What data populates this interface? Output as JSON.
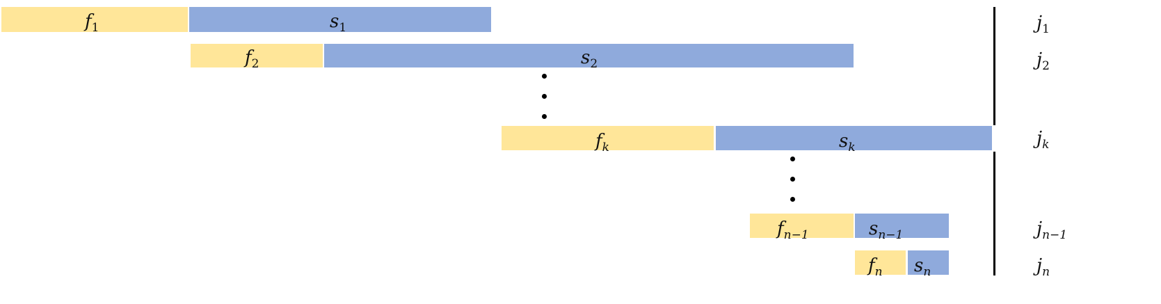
{
  "jobs": [
    {
      "label": "j",
      "sub": "1"
    },
    {
      "label": "j",
      "sub": "2"
    },
    {
      "label": "j",
      "sub": "k",
      "sub_italic": true
    },
    {
      "label": "j",
      "sub": "n−1",
      "sub_italic": true
    },
    {
      "label": "j",
      "sub": "n",
      "sub_italic": true
    }
  ],
  "bars": [
    {
      "f": {
        "label": "f",
        "sub": "1"
      },
      "s": {
        "label": "s",
        "sub": "1"
      }
    },
    {
      "f": {
        "label": "f",
        "sub": "2"
      },
      "s": {
        "label": "s",
        "sub": "2"
      }
    },
    {
      "f": {
        "label": "f",
        "sub": "k"
      },
      "s": {
        "label": "s",
        "sub": "k"
      }
    },
    {
      "f": {
        "label": "f",
        "sub": "n−1"
      },
      "s": {
        "label": "s",
        "sub": "n−1"
      }
    },
    {
      "f": {
        "label": "f",
        "sub": "n"
      },
      "s": {
        "label": "s",
        "sub": "n"
      }
    }
  ],
  "colors": {
    "f_bar": "#ffe699",
    "s_bar": "#8faadc",
    "deadline_line": "#000000"
  }
}
